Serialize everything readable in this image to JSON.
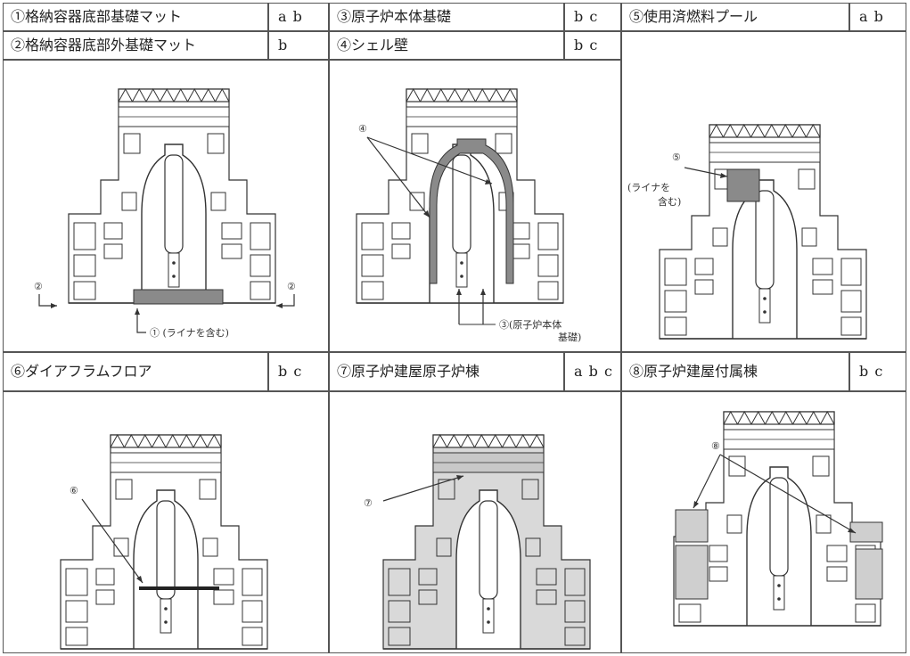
{
  "items": [
    {
      "name": "①格納容器底部基礎マット",
      "code": "a b"
    },
    {
      "name": "②格納容器底部外基礎マット",
      "code": "b"
    },
    {
      "name": "③原子炉本体基礎",
      "code": "b c"
    },
    {
      "name": "④シェル壁",
      "code": "b c"
    },
    {
      "name": "⑤使用済燃料プール",
      "code": "a b"
    },
    {
      "name": "⑥ダイアフラムフロア",
      "code": "b c"
    },
    {
      "name": "⑦原子炉建屋原子炉棟",
      "code": "a b c"
    },
    {
      "name": "⑧原子炉建屋付属棟",
      "code": "b c"
    }
  ],
  "annotations": {
    "p1_left": "②",
    "p1_right": "②",
    "p1_bottom": "① (ライナを含む)",
    "p2_top": "④",
    "p2_bottom1": "③(原子炉本体",
    "p2_bottom2": "基礎)",
    "p3_num": "⑤",
    "p3_l1": "(ライナを",
    "p3_l2": "含む)",
    "p4_num": "⑥",
    "p5_num": "⑦",
    "p6_num": "⑧"
  },
  "colors": {
    "highlight": "#8a8a8a",
    "light_fill": "#dcdcdc",
    "line": "#333333"
  }
}
